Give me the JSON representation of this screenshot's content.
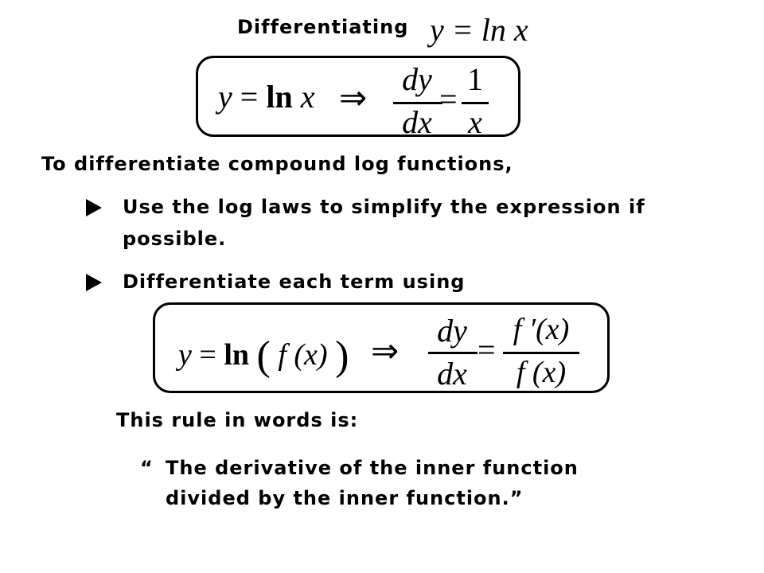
{
  "heading": {
    "label": "Differentiating",
    "eq": "y = ln x"
  },
  "rule1": {
    "lhs_y": "y",
    "lhs_eq": "=",
    "lhs_ln": "ln",
    "lhs_x": "x",
    "implies": "⇒",
    "dy": "dy",
    "dx": "dx",
    "eq": "=",
    "one": "1",
    "x": "x"
  },
  "intro": "To differentiate compound log functions,",
  "bullets": [
    {
      "line1": "Use the log laws to simplify the expression if",
      "line2": "possible."
    },
    {
      "line1": "Differentiate each term using"
    }
  ],
  "rule2": {
    "lhs": "y",
    "eq": "=",
    "ln": "ln",
    "fx": "f (x)",
    "implies": "⇒",
    "dy": "dy",
    "dx": "dx",
    "eq2": "=",
    "num": "f ′(x)",
    "den": "f (x)"
  },
  "words": {
    "heading": "This rule in words is:",
    "quote_open": "“",
    "line1": "The derivative of the inner function",
    "line2": "divided by the inner function.”"
  }
}
